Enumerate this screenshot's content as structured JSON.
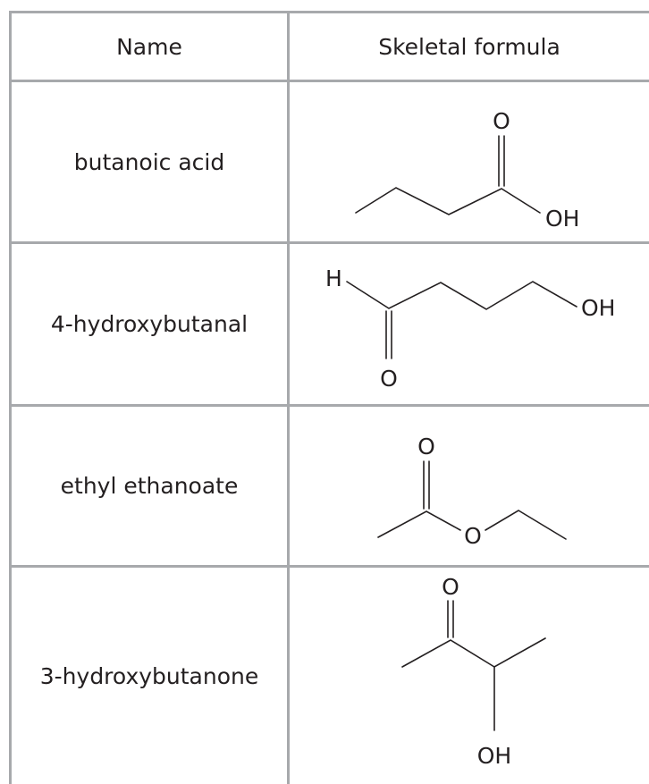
{
  "header": {
    "name": "Name",
    "formula": "Skeletal formula"
  },
  "rows": [
    {
      "name": "butanoic acid",
      "atoms": {
        "o_top": "O",
        "oh": "OH"
      }
    },
    {
      "name": "4-hydroxybutanal",
      "atoms": {
        "h": "H",
        "oh": "OH",
        "o_bottom": "O"
      }
    },
    {
      "name": "ethyl ethanoate",
      "atoms": {
        "o_top": "O",
        "o_ester": "O"
      }
    },
    {
      "name": "3-hydroxybutanone",
      "atoms": {
        "o_top": "O",
        "oh": "OH"
      }
    }
  ]
}
